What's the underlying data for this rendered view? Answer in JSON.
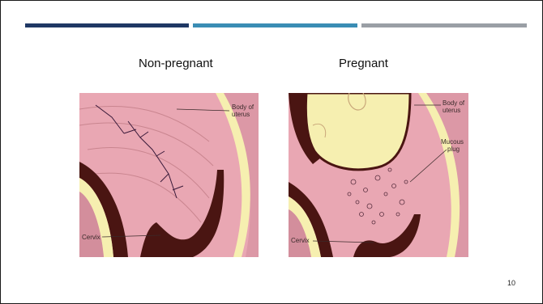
{
  "slide": {
    "heading_left": "Non-pregnant",
    "heading_right": "Pregnant",
    "page_number": "10",
    "left_figure": {
      "label_body_line1": "Body of",
      "label_body_line2": "uterus",
      "label_cervix": "Cervix"
    },
    "right_figure": {
      "label_body_line1": "Body of",
      "label_body_line2": "uterus",
      "label_mucous_line1": "Mucous",
      "label_mucous_line2": "plug",
      "label_cervix": "Cervix"
    },
    "colors": {
      "accent_navy": "#1f3864",
      "accent_teal": "#3a8db4",
      "accent_grey": "#9a9fa5",
      "tissue_pink": "#e9a7b3",
      "dark_red": "#4a1512",
      "membrane_yellow": "#f6efb0"
    }
  }
}
